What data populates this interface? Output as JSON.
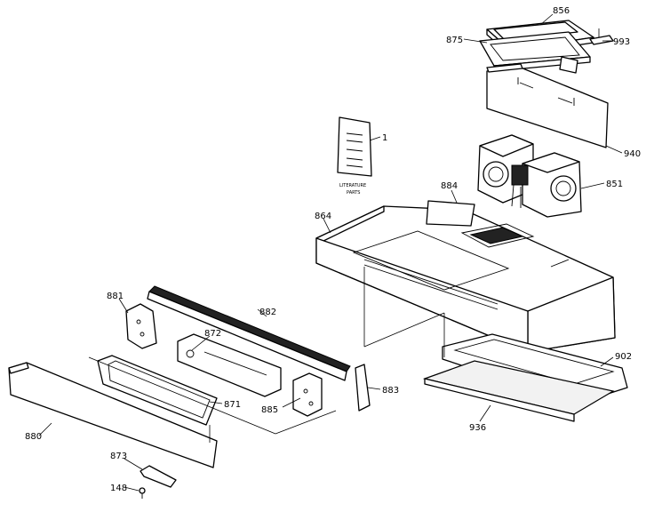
{
  "parts": [
    {
      "id": "856",
      "label": "856"
    },
    {
      "id": "875",
      "label": "875"
    },
    {
      "id": "993",
      "label": "993"
    },
    {
      "id": "940",
      "label": "940"
    },
    {
      "id": "1",
      "label": "1"
    },
    {
      "id": "851",
      "label": "851"
    },
    {
      "id": "884",
      "label": "884"
    },
    {
      "id": "864",
      "label": "864"
    },
    {
      "id": "881",
      "label": "881"
    },
    {
      "id": "882",
      "label": "882"
    },
    {
      "id": "872",
      "label": "872"
    },
    {
      "id": "902",
      "label": "902"
    },
    {
      "id": "883",
      "label": "883"
    },
    {
      "id": "885",
      "label": "885"
    },
    {
      "id": "871",
      "label": "871"
    },
    {
      "id": "936",
      "label": "936"
    },
    {
      "id": "880",
      "label": "880"
    },
    {
      "id": "873",
      "label": "873"
    },
    {
      "id": "148",
      "label": "148"
    }
  ],
  "literature_caption": [
    "LITERATURE",
    "PARTS"
  ]
}
